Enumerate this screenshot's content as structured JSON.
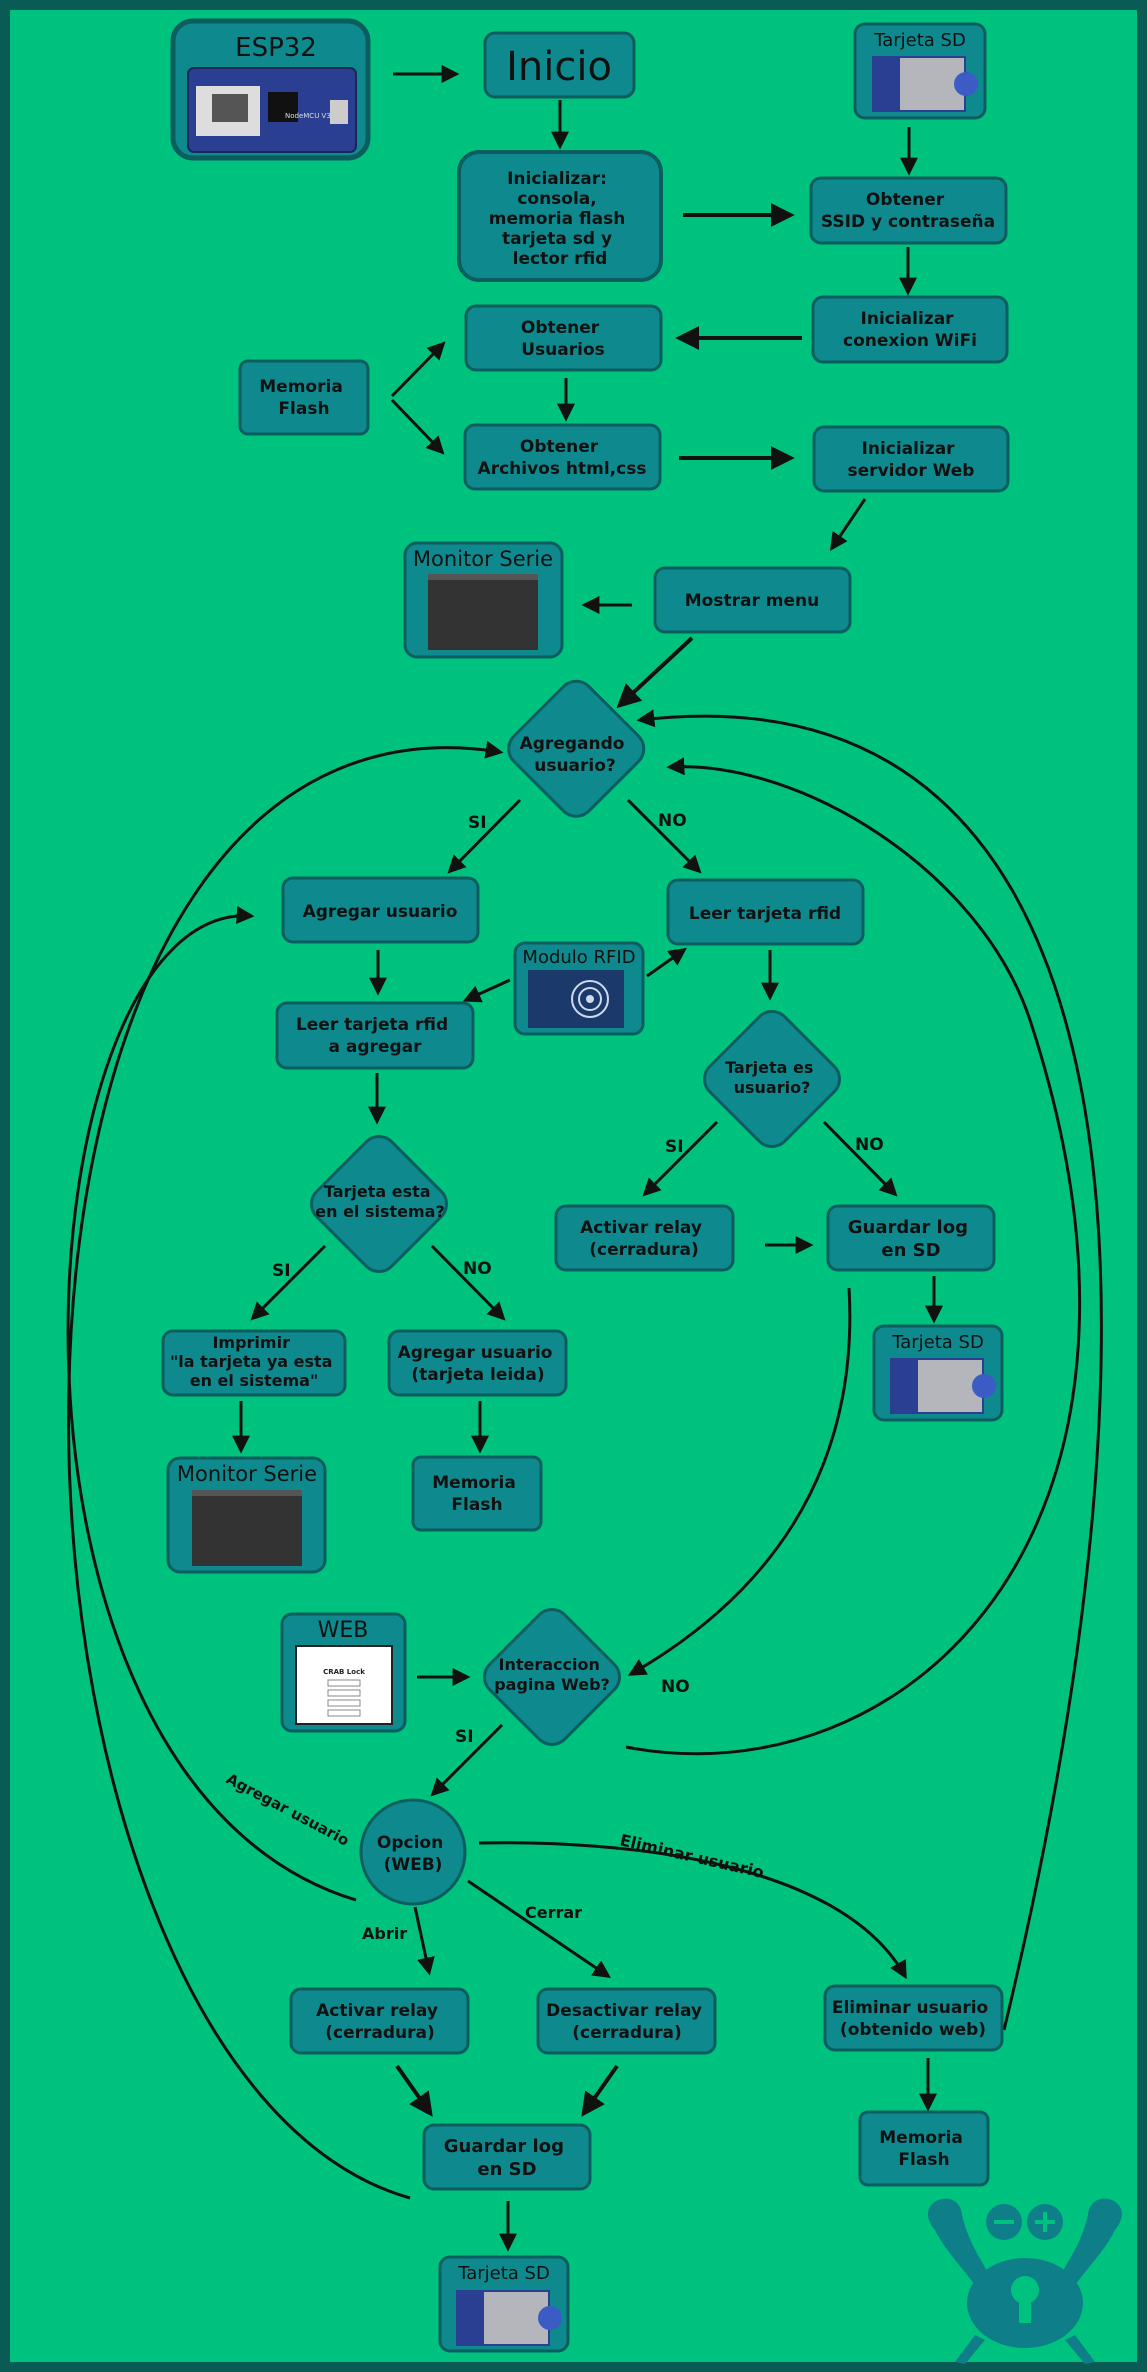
{
  "colors": {
    "background": "#00c27f",
    "border": "#0a5a55",
    "node_fill": "#0e8a8f",
    "node_stroke": "#0b5d5e",
    "text": "#111111"
  },
  "nodes": {
    "esp32_title": "ESP32",
    "inicio": "Inicio",
    "sd_top_title": "Tarjeta SD",
    "init_1": "Inicializar:",
    "init_2": "consola,",
    "init_3": "memoria flash",
    "init_4": "tarjeta sd y",
    "init_5": "lector rfid",
    "ssid_1": "Obtener",
    "ssid_2": "SSID y contraseña",
    "wifi_1": "Inicializar",
    "wifi_2": "conexion WiFi",
    "users_1": "Obtener",
    "users_2": "Usuarios",
    "flash_top_1": "Memoria",
    "flash_top_2": "Flash",
    "files_1": "Obtener",
    "files_2": "Archivos html,css",
    "web_server_1": "Inicializar",
    "web_server_2": "servidor Web",
    "monitor_top_title": "Monitor Serie",
    "menu": "Mostrar menu",
    "adding_1": "Agregando",
    "adding_2": "usuario?",
    "si_1": "SI",
    "no_1": "NO",
    "add_user": "Agregar usuario",
    "read_rfid": "Leer tarjeta rfid",
    "rfid_module_title": "Modulo RFID",
    "read_add_1": "Leer tarjeta rfid",
    "read_add_2": "a agregar",
    "is_user_1": "Tarjeta es",
    "is_user_2": "usuario?",
    "in_system_1": "Tarjeta esta",
    "in_system_2": "en el sistema?",
    "si_2": "SI",
    "no_2": "NO",
    "relay_on_1": "Activar relay",
    "relay_on_2": "(cerradura)",
    "log_1": "Guardar log",
    "log_2": "en SD",
    "si_3": "SI",
    "no_3": "NO",
    "print_1": "Imprimir",
    "print_2": "\"la tarjeta ya esta",
    "print_3": "en el sistema\"",
    "add_read_1": "Agregar usuario",
    "add_read_2": "(tarjeta leida)",
    "sd_mid_title": "Tarjeta SD",
    "monitor_mid_title": "Monitor Serie",
    "flash_mid_1": "Memoria",
    "flash_mid_2": "Flash",
    "web_title": "WEB",
    "web_page_title": "CRAB Lock",
    "web_inter_1": "Interaccion",
    "web_inter_2": "pagina Web?",
    "no_4": "NO",
    "si_4": "SI",
    "option_1": "Opcion",
    "option_2": "(WEB)",
    "edge_add_user": "Agregar usuario",
    "edge_remove_user": "Eliminar usuario",
    "edge_open": "Abrir",
    "edge_close": "Cerrar",
    "relay_on_b_1": "Activar relay",
    "relay_on_b_2": "(cerradura)",
    "relay_off_1": "Desactivar relay",
    "relay_off_2": "(cerradura)",
    "remove_1": "Eliminar usuario",
    "remove_2": "(obtenido web)",
    "log_b_1": "Guardar log",
    "log_b_2": "en SD",
    "flash_bot_1": "Memoria",
    "flash_bot_2": "Flash",
    "sd_bot_title": "Tarjeta SD",
    "board_label": "NodeMCU V3"
  },
  "icons": [
    "esp32-board-icon",
    "sd-card-icon",
    "serial-monitor-icon",
    "rfid-module-icon",
    "web-page-icon",
    "crab-lock-logo-icon"
  ]
}
